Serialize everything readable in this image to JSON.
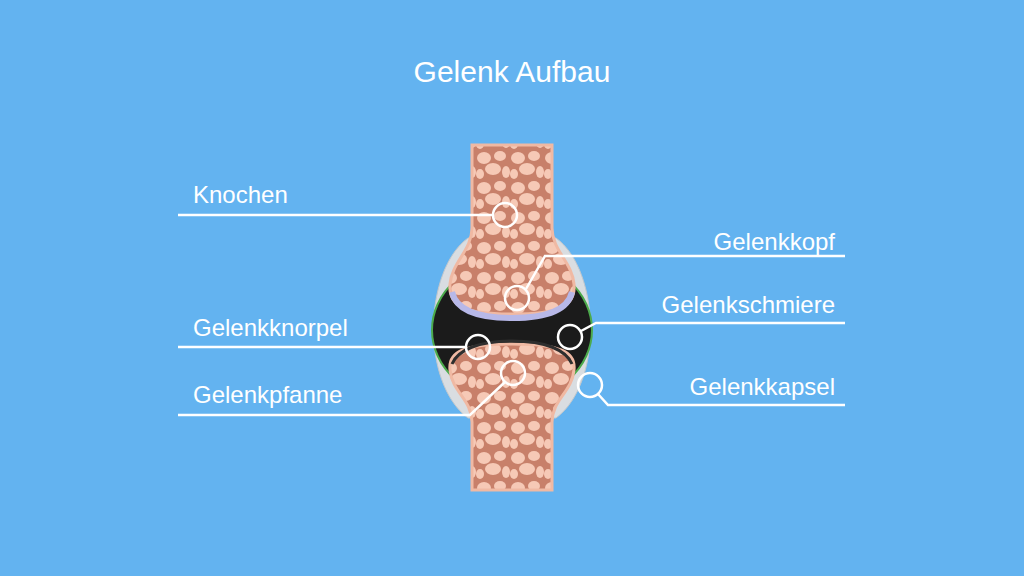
{
  "diagram": {
    "title": "Gelenk Aufbau",
    "labels": [
      "Knochen",
      "Gelenkkopf",
      "Gelenkschmiere",
      "Gelenkknorpel",
      "Gelenkpfanne",
      "Gelenkkapsel"
    ]
  }
}
